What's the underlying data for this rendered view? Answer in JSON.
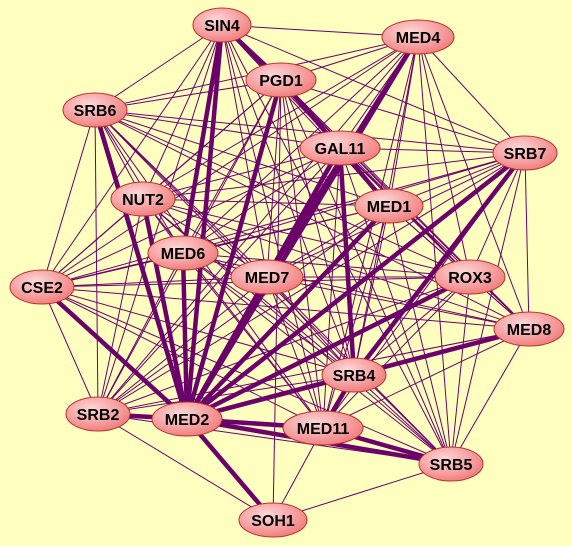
{
  "colors": {
    "background": "#ffffc0",
    "edge": "#6b006b",
    "node_fill_center": "#ffd0d0",
    "node_fill_edge": "#f07a7a",
    "node_stroke": "#b83030"
  },
  "nodes": [
    {
      "id": "SIN4",
      "label": "SIN4"
    },
    {
      "id": "MED4",
      "label": "MED4"
    },
    {
      "id": "PGD1",
      "label": "PGD1"
    },
    {
      "id": "SRB6",
      "label": "SRB6"
    },
    {
      "id": "GAL11",
      "label": "GAL11"
    },
    {
      "id": "SRB7",
      "label": "SRB7"
    },
    {
      "id": "NUT2",
      "label": "NUT2"
    },
    {
      "id": "MED1",
      "label": "MED1"
    },
    {
      "id": "MED6",
      "label": "MED6"
    },
    {
      "id": "MED7",
      "label": "MED7"
    },
    {
      "id": "ROX3",
      "label": "ROX3"
    },
    {
      "id": "CSE2",
      "label": "CSE2"
    },
    {
      "id": "MED8",
      "label": "MED8"
    },
    {
      "id": "SRB4",
      "label": "SRB4"
    },
    {
      "id": "SRB2",
      "label": "SRB2"
    },
    {
      "id": "MED2",
      "label": "MED2"
    },
    {
      "id": "MED11",
      "label": "MED11"
    },
    {
      "id": "SRB5",
      "label": "SRB5"
    },
    {
      "id": "SOH1",
      "label": "SOH1"
    }
  ],
  "thick_edges": [
    [
      "MED2",
      "SIN4"
    ],
    [
      "MED2",
      "PGD1"
    ],
    [
      "MED2",
      "GAL11"
    ],
    [
      "MED2",
      "MED1"
    ],
    [
      "MED2",
      "MED4"
    ],
    [
      "MED2",
      "SRB7"
    ],
    [
      "MED2",
      "MED8"
    ],
    [
      "MED2",
      "SRB4"
    ],
    [
      "MED2",
      "MED11"
    ],
    [
      "MED2",
      "SRB5"
    ],
    [
      "MED2",
      "SOH1"
    ],
    [
      "MED2",
      "SRB2"
    ],
    [
      "MED2",
      "CSE2"
    ],
    [
      "MED2",
      "NUT2"
    ],
    [
      "MED2",
      "SRB6"
    ],
    [
      "MED2",
      "MED6"
    ],
    [
      "MED2",
      "MED7"
    ],
    [
      "MED2",
      "ROX3"
    ],
    [
      "SIN4",
      "PGD1"
    ],
    [
      "SIN4",
      "MED6"
    ],
    [
      "SRB6",
      "MED2"
    ],
    [
      "GAL11",
      "MED7"
    ],
    [
      "MED4",
      "MED7"
    ],
    [
      "SRB4",
      "MED11"
    ],
    [
      "MED11",
      "SRB5"
    ],
    [
      "SRB7",
      "SRB4"
    ],
    [
      "PGD1",
      "MED1"
    ],
    [
      "GAL11",
      "SRB4"
    ]
  ],
  "edges": [
    [
      "SIN4",
      "MED4"
    ],
    [
      "SIN4",
      "SRB6"
    ],
    [
      "SIN4",
      "GAL11"
    ],
    [
      "SIN4",
      "SRB7"
    ],
    [
      "SIN4",
      "NUT2"
    ],
    [
      "SIN4",
      "MED1"
    ],
    [
      "SIN4",
      "MED7"
    ],
    [
      "SIN4",
      "ROX3"
    ],
    [
      "SIN4",
      "CSE2"
    ],
    [
      "SIN4",
      "MED8"
    ],
    [
      "SIN4",
      "SRB4"
    ],
    [
      "SIN4",
      "SRB2"
    ],
    [
      "SIN4",
      "MED11"
    ],
    [
      "SIN4",
      "SRB5"
    ],
    [
      "MED4",
      "PGD1"
    ],
    [
      "MED4",
      "SRB6"
    ],
    [
      "MED4",
      "GAL11"
    ],
    [
      "MED4",
      "SRB7"
    ],
    [
      "MED4",
      "NUT2"
    ],
    [
      "MED4",
      "MED1"
    ],
    [
      "MED4",
      "MED6"
    ],
    [
      "MED4",
      "ROX3"
    ],
    [
      "MED4",
      "CSE2"
    ],
    [
      "MED4",
      "MED8"
    ],
    [
      "MED4",
      "SRB4"
    ],
    [
      "MED4",
      "SRB2"
    ],
    [
      "MED4",
      "MED11"
    ],
    [
      "MED4",
      "SRB5"
    ],
    [
      "PGD1",
      "SRB6"
    ],
    [
      "PGD1",
      "GAL11"
    ],
    [
      "PGD1",
      "SRB7"
    ],
    [
      "PGD1",
      "NUT2"
    ],
    [
      "PGD1",
      "MED6"
    ],
    [
      "PGD1",
      "MED7"
    ],
    [
      "PGD1",
      "ROX3"
    ],
    [
      "PGD1",
      "CSE2"
    ],
    [
      "PGD1",
      "MED8"
    ],
    [
      "PGD1",
      "SRB4"
    ],
    [
      "PGD1",
      "SRB2"
    ],
    [
      "PGD1",
      "MED11"
    ],
    [
      "PGD1",
      "SRB5"
    ],
    [
      "PGD1",
      "SOH1"
    ],
    [
      "SRB6",
      "GAL11"
    ],
    [
      "SRB6",
      "SRB7"
    ],
    [
      "SRB6",
      "NUT2"
    ],
    [
      "SRB6",
      "MED1"
    ],
    [
      "SRB6",
      "MED6"
    ],
    [
      "SRB6",
      "MED7"
    ],
    [
      "SRB6",
      "ROX3"
    ],
    [
      "SRB6",
      "CSE2"
    ],
    [
      "SRB6",
      "MED8"
    ],
    [
      "SRB6",
      "SRB4"
    ],
    [
      "SRB6",
      "SRB2"
    ],
    [
      "SRB6",
      "MED11"
    ],
    [
      "SRB6",
      "SRB5"
    ],
    [
      "GAL11",
      "SRB7"
    ],
    [
      "GAL11",
      "NUT2"
    ],
    [
      "GAL11",
      "MED1"
    ],
    [
      "GAL11",
      "MED6"
    ],
    [
      "GAL11",
      "ROX3"
    ],
    [
      "GAL11",
      "CSE2"
    ],
    [
      "GAL11",
      "MED8"
    ],
    [
      "GAL11",
      "SRB2"
    ],
    [
      "GAL11",
      "MED11"
    ],
    [
      "GAL11",
      "SRB5"
    ],
    [
      "SRB7",
      "NUT2"
    ],
    [
      "SRB7",
      "MED1"
    ],
    [
      "SRB7",
      "MED6"
    ],
    [
      "SRB7",
      "MED7"
    ],
    [
      "SRB7",
      "ROX3"
    ],
    [
      "SRB7",
      "CSE2"
    ],
    [
      "SRB7",
      "MED8"
    ],
    [
      "SRB7",
      "SRB2"
    ],
    [
      "SRB7",
      "MED11"
    ],
    [
      "SRB7",
      "SRB5"
    ],
    [
      "NUT2",
      "MED1"
    ],
    [
      "NUT2",
      "MED6"
    ],
    [
      "NUT2",
      "MED7"
    ],
    [
      "NUT2",
      "ROX3"
    ],
    [
      "NUT2",
      "CSE2"
    ],
    [
      "NUT2",
      "MED8"
    ],
    [
      "NUT2",
      "SRB4"
    ],
    [
      "NUT2",
      "SRB2"
    ],
    [
      "NUT2",
      "MED11"
    ],
    [
      "NUT2",
      "SRB5"
    ],
    [
      "MED1",
      "MED6"
    ],
    [
      "MED1",
      "MED7"
    ],
    [
      "MED1",
      "ROX3"
    ],
    [
      "MED1",
      "CSE2"
    ],
    [
      "MED1",
      "MED8"
    ],
    [
      "MED1",
      "SRB4"
    ],
    [
      "MED1",
      "SRB2"
    ],
    [
      "MED1",
      "MED11"
    ],
    [
      "MED1",
      "SRB5"
    ],
    [
      "MED6",
      "MED7"
    ],
    [
      "MED6",
      "ROX3"
    ],
    [
      "MED6",
      "CSE2"
    ],
    [
      "MED6",
      "MED8"
    ],
    [
      "MED6",
      "SRB4"
    ],
    [
      "MED6",
      "SRB2"
    ],
    [
      "MED6",
      "MED11"
    ],
    [
      "MED6",
      "SRB5"
    ],
    [
      "MED7",
      "ROX3"
    ],
    [
      "MED7",
      "CSE2"
    ],
    [
      "MED7",
      "MED8"
    ],
    [
      "MED7",
      "SRB4"
    ],
    [
      "MED7",
      "SRB2"
    ],
    [
      "MED7",
      "MED11"
    ],
    [
      "MED7",
      "SRB5"
    ],
    [
      "ROX3",
      "CSE2"
    ],
    [
      "ROX3",
      "MED8"
    ],
    [
      "ROX3",
      "SRB4"
    ],
    [
      "ROX3",
      "SRB2"
    ],
    [
      "ROX3",
      "MED11"
    ],
    [
      "ROX3",
      "SRB5"
    ],
    [
      "CSE2",
      "MED8"
    ],
    [
      "CSE2",
      "SRB4"
    ],
    [
      "CSE2",
      "SRB2"
    ],
    [
      "CSE2",
      "MED11"
    ],
    [
      "CSE2",
      "SRB5"
    ],
    [
      "MED8",
      "SRB4"
    ],
    [
      "MED8",
      "SRB2"
    ],
    [
      "MED8",
      "MED11"
    ],
    [
      "MED8",
      "SRB5"
    ],
    [
      "SRB4",
      "SRB2"
    ],
    [
      "SRB4",
      "SRB5"
    ],
    [
      "SRB2",
      "MED11"
    ],
    [
      "SRB2",
      "SRB5"
    ],
    [
      "SRB2",
      "SOH1"
    ],
    [
      "MED11",
      "SOH1"
    ],
    [
      "SRB5",
      "SOH1"
    ]
  ]
}
